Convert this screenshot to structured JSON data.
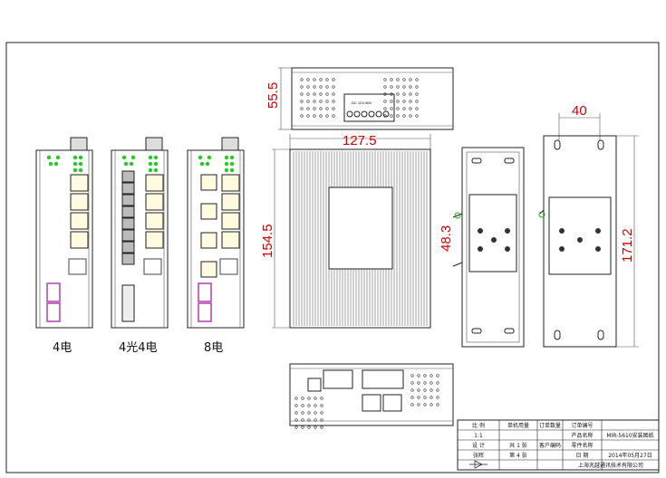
{
  "drawing": {
    "dimensions": {
      "top_height": "55.5",
      "width": "127.5",
      "side_height": "154.5",
      "din_rail": "48.3",
      "clip_width": "40",
      "clip_height": "171.2"
    },
    "variants": [
      "4电",
      "4光4电",
      "8电"
    ],
    "terminal_label": "DC 12V-56V"
  },
  "title_block": {
    "rows": [
      [
        "比  例",
        "单机用量",
        "订单数量",
        "订单编号",
        ""
      ],
      [
        "1:1",
        "",
        "",
        "产品名称",
        "MIR-5610安装图纸"
      ],
      [
        "设  计",
        "共 1 张",
        "客户编码",
        "零件名称",
        ""
      ],
      [
        "张晖",
        "第 4 张",
        "",
        "日  期",
        "2014年05月27日"
      ],
      [
        "",
        "",
        "",
        "上海兆越通讯技术有限公司",
        ""
      ]
    ]
  },
  "colors": {
    "dimension": "#d00000",
    "led": "#22cc22",
    "sfp": "#b040b0"
  }
}
